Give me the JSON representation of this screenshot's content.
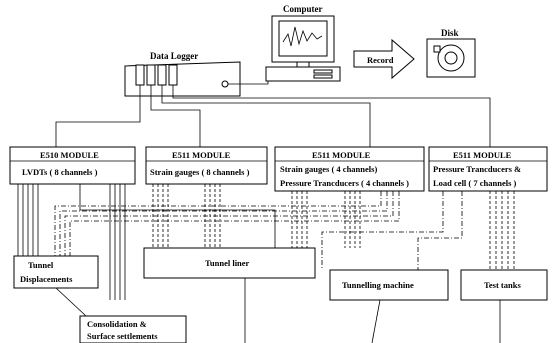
{
  "labels": {
    "computer": "Computer",
    "disk": "Disk",
    "record": "Record",
    "data_logger": "Data Logger"
  },
  "modules": [
    {
      "title": "E510 MODULE",
      "lines": [
        "LVDTs ( 8 channels )"
      ]
    },
    {
      "title": "E511 MODULE",
      "lines": [
        "Strain gauges ( 8 channels )"
      ]
    },
    {
      "title": "E511 MODULE",
      "lines": [
        "Strain gauges ( 4 channels)",
        "Pressure Trancducers ( 4 channels )"
      ]
    },
    {
      "title": "E511 MODULE",
      "lines": [
        "Pressure Trancducers  &",
        "Load cell  ( 7 channels )"
      ]
    }
  ],
  "targets": {
    "tunnel_displacements": [
      "Tunnel",
      "Displacements"
    ],
    "consolidation": [
      "Consolidation &",
      "Surface settlements"
    ],
    "tunnel_liner": "Tunnel liner",
    "tunnelling_machine": "Tunnelling machine",
    "test_tanks": "Test tanks"
  }
}
